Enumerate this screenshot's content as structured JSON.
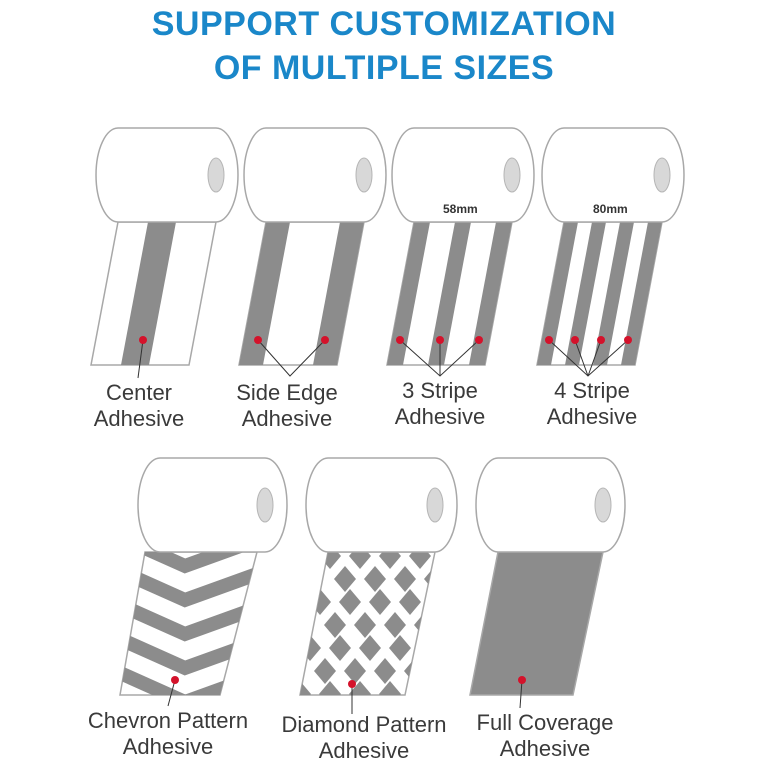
{
  "title": {
    "line1": "SUPPORT CUSTOMIZATION",
    "line2": "OF MULTIPLE SIZES"
  },
  "size_labels": {
    "stripe3": "58mm",
    "stripe4": "80mm"
  },
  "items": [
    {
      "line1": "Center",
      "line2": "Adhesive"
    },
    {
      "line1": "Side Edge",
      "line2": "Adhesive"
    },
    {
      "line1": "3 Stripe",
      "line2": "Adhesive"
    },
    {
      "line1": "4 Stripe",
      "line2": "Adhesive"
    },
    {
      "line1": "Chevron Pattern",
      "line2": "Adhesive"
    },
    {
      "line1": "Diamond Pattern",
      "line2": "Adhesive"
    },
    {
      "line1": "Full Coverage",
      "line2": "Adhesive"
    }
  ],
  "colors": {
    "title": "#1a87c9",
    "adhesive": "#8c8c8c",
    "marker": "#d4122b",
    "outline": "#a8a8a8"
  }
}
